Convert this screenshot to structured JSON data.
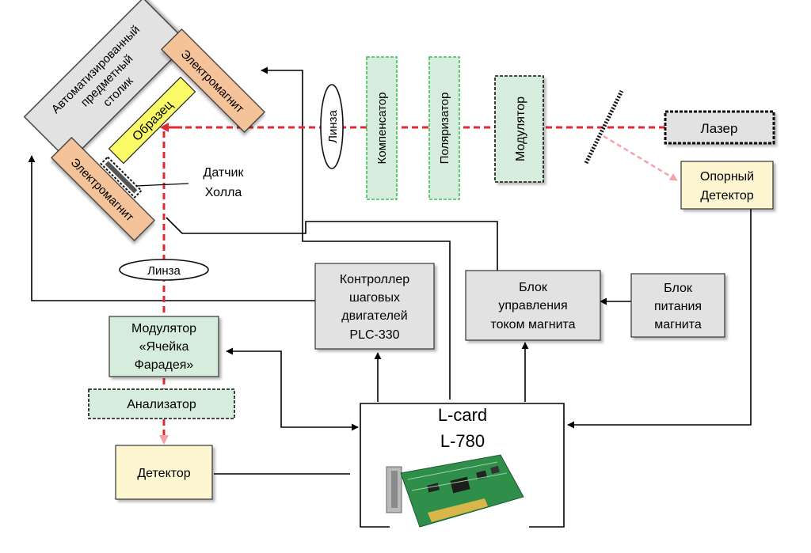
{
  "blocks": {
    "stage_line1": "Автоматизированный",
    "stage_line2": "предметный",
    "stage_line3": "столик",
    "magnet_top": "Электромагнит",
    "magnet_bottom": "Электромагнит",
    "sample": "Образец",
    "hall_line1": "Датчик",
    "hall_line2": "Холла",
    "lens_vertical": "Линза",
    "compensator": "Компенсатор",
    "polarizer": "Поляризатор",
    "modulator_top": "Модулятор",
    "laser": "Лазер",
    "ref_line1": "Опорный",
    "ref_line2": "Детектор",
    "lens_horizontal": "Линза",
    "ctrl_line1": "Контроллер",
    "ctrl_line2": "шаговых",
    "ctrl_line3": "двигателей",
    "ctrl_line4": "PLC-330",
    "mcu_line1": "Блок",
    "mcu_line2": "управления",
    "mcu_line3": "током магнита",
    "psu_line1": "Блок",
    "psu_line2": "питания",
    "psu_line3": "магнита",
    "faraday_line1": "Модулятор",
    "faraday_line2": "«Ячейка",
    "faraday_line3": "Фарадея»",
    "analyzer": "Анализатор",
    "detector": "Детектор",
    "lcard_line1": "L-card",
    "lcard_line2": "L-780"
  },
  "colors": {
    "laser_beam": "#e0282e",
    "reflected_beam": "#f4a0a6",
    "grey_box": "#e2e2e2",
    "green_box": "#d6ecdd",
    "green_dash": "#3cbf55",
    "orange_box": "#f4c39a",
    "yellow_box": "#fafa66",
    "cream_box": "#fdf6d0"
  }
}
